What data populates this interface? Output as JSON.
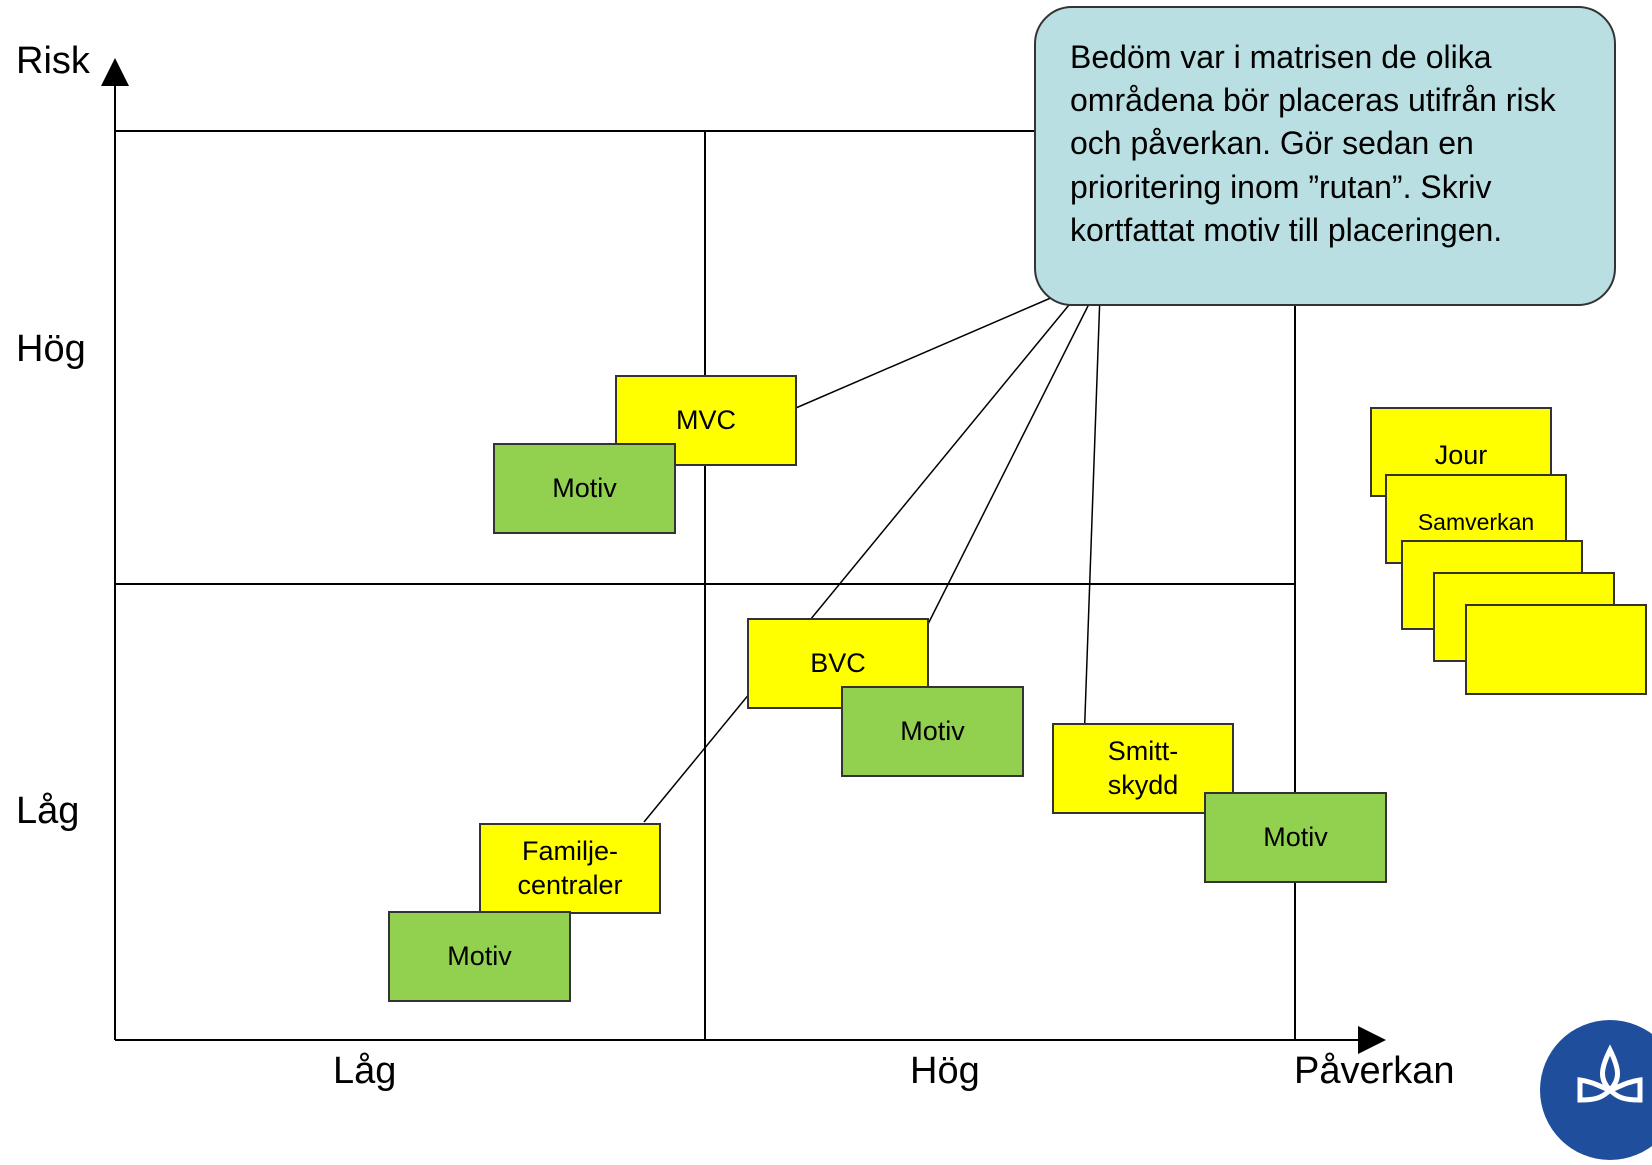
{
  "axes": {
    "y_title": "Risk",
    "y_high": "Hög",
    "y_low": "Låg",
    "x_low": "Låg",
    "x_high": "Hög",
    "x_title": "Påverkan"
  },
  "callout": {
    "text": "Bedöm var i matrisen de olika områdena bör placeras utifrån risk och påverkan. Gör sedan en prioritering inom ”rutan”. Skriv kortfattat motiv till placeringen."
  },
  "areas": {
    "mvc": "MVC",
    "bvc": "BVC",
    "familjecentraler": "Familje-\ncentraler",
    "smittskydd": "Smitt-\nskydd",
    "jour": "Jour",
    "samverkan": "Samverkan"
  },
  "motiv_label": "Motiv",
  "colors": {
    "area_box": "#ffff00",
    "motiv_box": "#92d050",
    "callout": "#b9dfe2",
    "logo": "#1f4e9c"
  },
  "icons": {
    "logo": "region-logo-icon"
  }
}
